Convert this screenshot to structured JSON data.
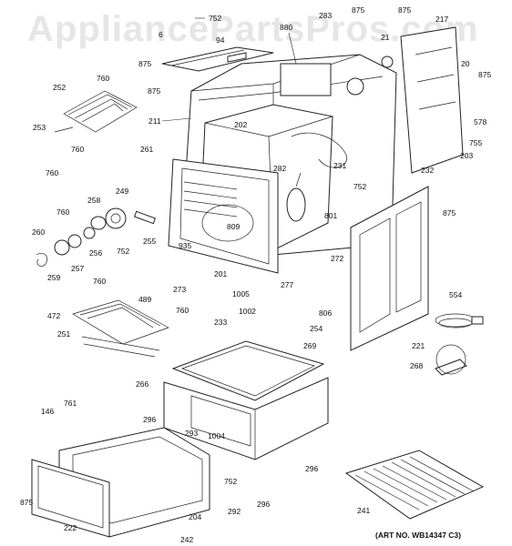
{
  "watermark": "AppliancePartsPros.com",
  "art_number": "(ART NO. WB14347 C3)",
  "labels": {
    "l752a": "752",
    "l6": "6",
    "l94": "94",
    "l880": "880",
    "l283": "283",
    "l875a": "875",
    "l875b": "875",
    "l217": "217",
    "l21": "21",
    "l875c": "875",
    "l875d": "875",
    "l20": "20",
    "l875e": "875",
    "l578": "578",
    "l755": "755",
    "l203": "203",
    "l211": "211",
    "l202": "202",
    "l231": "231",
    "l232": "232",
    "l752b": "752",
    "l875f": "875",
    "l252": "252",
    "l760a": "760",
    "l253": "253",
    "l760b": "760",
    "l760c": "760",
    "l261": "261",
    "l282": "282",
    "l249": "249",
    "l258": "258",
    "l760d": "760",
    "l809": "809",
    "l801": "801",
    "l260": "260",
    "l256": "256",
    "l257": "257",
    "l752c": "752",
    "l255": "255",
    "l935": "935",
    "l259": "259",
    "l201": "201",
    "l272": "272",
    "l760e": "760",
    "l1005": "1005",
    "l277": "277",
    "l273": "273",
    "l489": "489",
    "l472": "472",
    "l760f": "760",
    "l1002": "1002",
    "l806": "806",
    "l554": "554",
    "l233": "233",
    "l254": "254",
    "l251": "251",
    "l269": "269",
    "l221": "221",
    "l268": "268",
    "l266": "266",
    "l761": "761",
    "l146": "146",
    "l296a": "296",
    "l293": "293",
    "l1004": "1004",
    "l296b": "296",
    "l752d": "752",
    "l296c": "296",
    "l875g": "875",
    "l222": "222",
    "l292": "292",
    "l204": "204",
    "l241": "241",
    "l242": "242"
  }
}
